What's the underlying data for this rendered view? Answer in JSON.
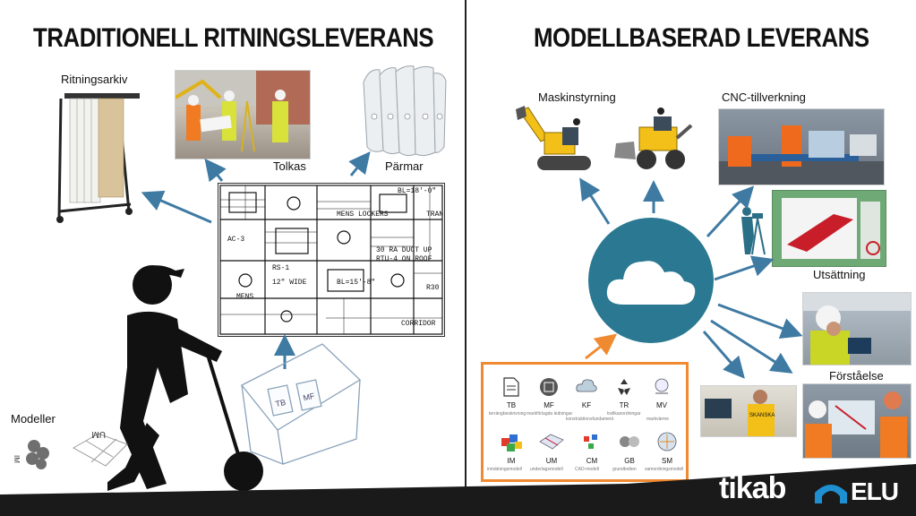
{
  "left": {
    "title": "TRADITIONELL RITNINGSLEVERANS",
    "labels": {
      "archive": "Ritningsarkiv",
      "interpret": "Tolkas",
      "binders": "Pärmar",
      "models": "Modeller"
    },
    "drawing_texts": [
      "MENS LOCKERS",
      "30 RA DUCT UP",
      "RTU-4 ON ROOF",
      "CORRIDOR",
      "MENS",
      "BL=18'-0\"",
      "R30",
      "TRAN",
      "RS-1",
      "BL=15'-8\"",
      "12\" WIDE",
      "AC-3"
    ],
    "model_texts": [
      "UM",
      "IM"
    ]
  },
  "right": {
    "title": "MODELLBASERAD LEVERANS",
    "labels": {
      "machine": "Maskinstyrning",
      "cnc": "CNC-tillverkning",
      "setout": "Utsättning",
      "understanding": "Förståelse"
    },
    "model_box": {
      "row1": [
        {
          "code": "TB",
          "name": "terrängbeskrivning"
        },
        {
          "code": "MF",
          "name": "markförlagda ledningar"
        },
        {
          "code": "KF",
          "name": "konstruktionsfundament"
        },
        {
          "code": "TR",
          "name": "trafikanordningar"
        },
        {
          "code": "MV",
          "name": "markvärme"
        }
      ],
      "row2": [
        {
          "code": "IM",
          "name": "inmätningsmodell"
        },
        {
          "code": "UM",
          "name": "underlagsmodell"
        },
        {
          "code": "CM",
          "name": "CAD-modell"
        },
        {
          "code": "GB",
          "name": "grundbotten"
        },
        {
          "code": "SM",
          "name": "samordningsmodell"
        }
      ]
    },
    "worker_vest_text": "SKANSKA"
  },
  "footer": {
    "logo_tikab": "tikab",
    "logo_elu": "ELU"
  },
  "colors": {
    "arrow_blue": "#3f7aa3",
    "cloud_teal": "#2a7891",
    "orange_border": "#f08a30",
    "machine_yellow": "#f2c019",
    "footer_black": "#1a1a1a"
  }
}
